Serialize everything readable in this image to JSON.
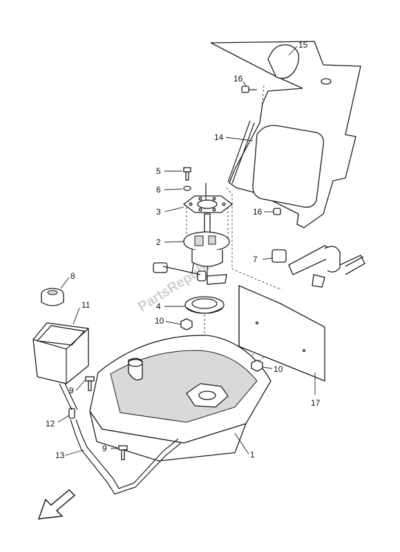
{
  "watermark": "PartsRepublik",
  "callouts": {
    "c1": "1",
    "c2": "2",
    "c3": "3",
    "c4": "4",
    "c5": "5",
    "c6": "6",
    "c7": "7",
    "c8": "8",
    "c9a": "9",
    "c9b": "9",
    "c10a": "10",
    "c10b": "10",
    "c11": "11",
    "c12": "12",
    "c13": "13",
    "c14": "14",
    "c15": "15",
    "c16a": "16",
    "c16b": "16",
    "c17": "17"
  },
  "icons": {
    "direction": "front-direction-arrow-icon"
  }
}
